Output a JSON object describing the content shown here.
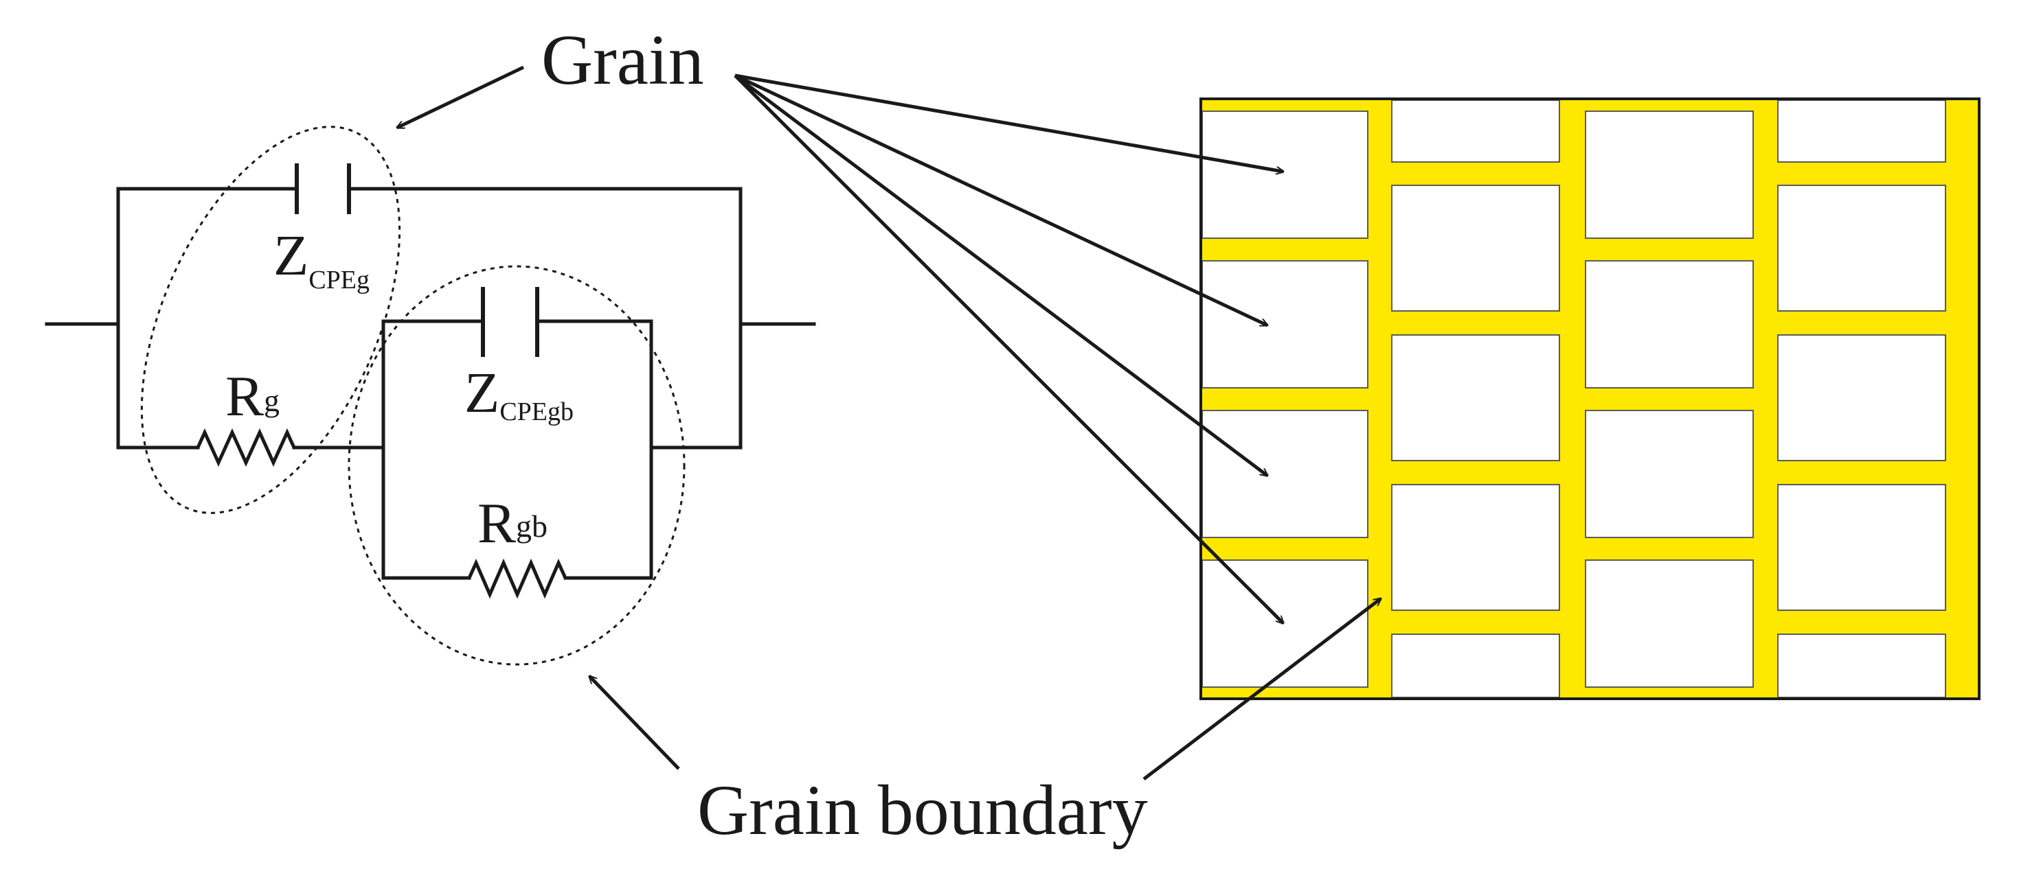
{
  "labels": {
    "grain": "Grain",
    "grain_boundary": "Grain boundary"
  },
  "components": {
    "cpe_g": {
      "main": "Z",
      "sub": "CPEg"
    },
    "r_g": {
      "main": "R",
      "sub": "g"
    },
    "cpe_gb": {
      "main": "Z",
      "sub": "CPEgb"
    },
    "r_gb": {
      "main": "R",
      "sub": "gb"
    }
  },
  "colors": {
    "grain_boundary_fill": "#ffe800",
    "line": "#1a1a1a",
    "background": "#ffffff"
  }
}
